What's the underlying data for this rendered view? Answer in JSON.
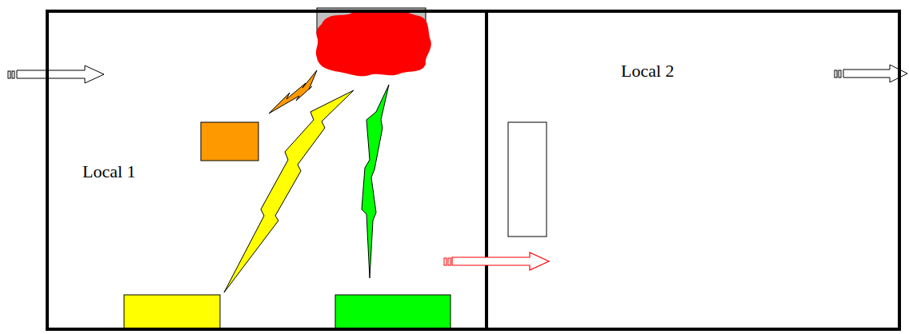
{
  "diagram": {
    "nodes": [
      {
        "text": [
          "Local 1"
        ]
      },
      {
        "text": [
          "Local 2"
        ]
      }
    ],
    "edges": [
      {
        "from": 0,
        "to": 1,
        "arrow": "to"
      }
    ]
  }
}
